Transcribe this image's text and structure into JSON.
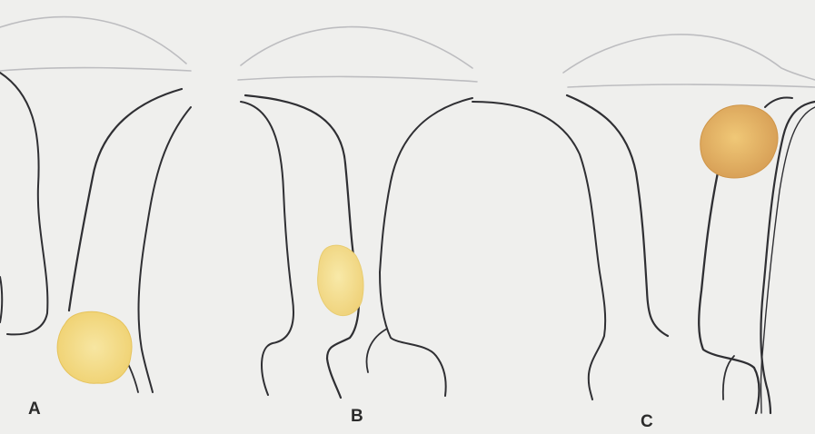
{
  "figure": {
    "panels": [
      {
        "id": "A",
        "label": "A"
      },
      {
        "id": "B",
        "label": "B"
      },
      {
        "id": "C",
        "label": "C"
      }
    ]
  },
  "colors": {
    "background": "#efefed",
    "outline": "#2f2f33",
    "faint_outline": "#b9b9bb",
    "lesion_light": "#f2d87e",
    "lesion_dark": "#d9a85a"
  }
}
